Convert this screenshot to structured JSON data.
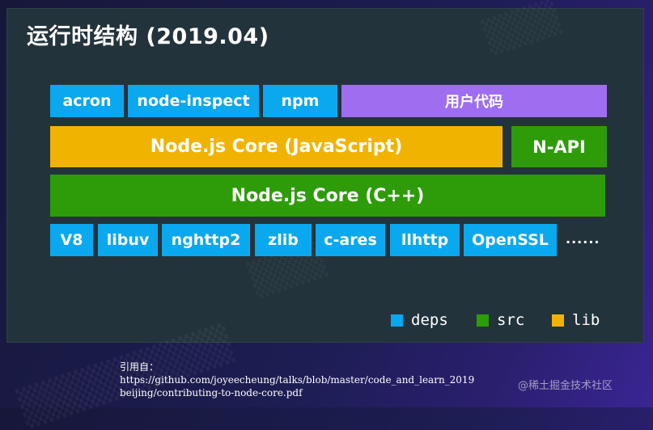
{
  "title": "运行时结构 (2019.04)",
  "row1": [
    "acron",
    "node-inspect",
    "npm"
  ],
  "user_code": "用户代码",
  "js_core": "Node.js Core (JavaScript)",
  "napi": "N-API",
  "cpp_core": "Node.js Core (C++)",
  "deps": [
    "V8",
    "libuv",
    "nghttp2",
    "zlib",
    "c-ares",
    "llhttp",
    "OpenSSL"
  ],
  "ellipsis": "......",
  "legend": [
    {
      "label": "deps",
      "color": "#0aa8ee"
    },
    {
      "label": "src",
      "color": "#2e9c09"
    },
    {
      "label": "lib",
      "color": "#f0b400"
    }
  ],
  "citation": {
    "label": "引用自：",
    "url_line1": "https://github.com/joyeecheung/talks/blob/master/code_and_learn_2019",
    "url_line2": "beijing/contributing-to-node-core.pdf"
  },
  "watermark": "@稀土掘金技术社区"
}
